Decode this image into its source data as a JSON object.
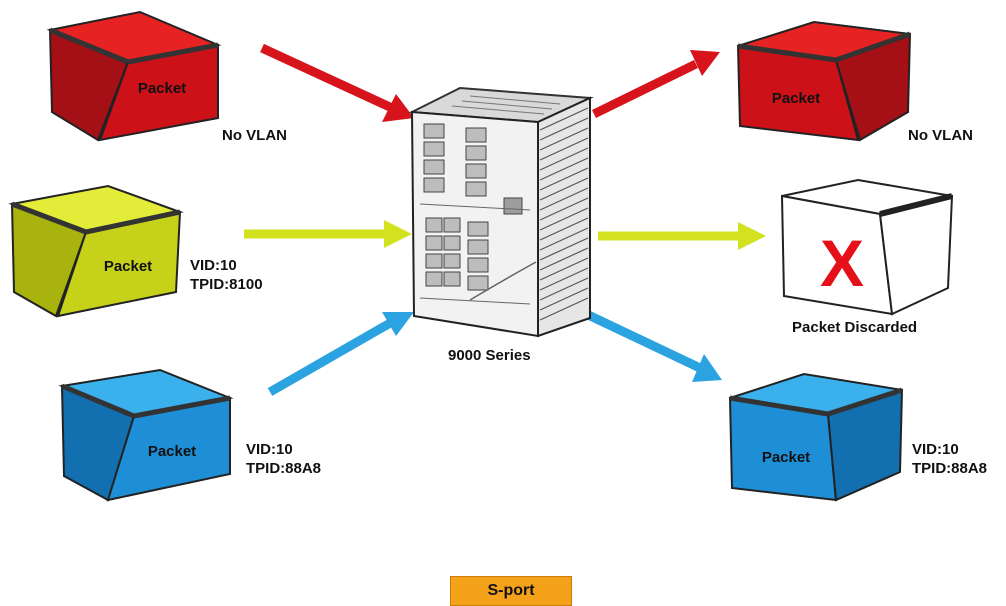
{
  "inputs": [
    {
      "box_label": "Packet",
      "lines": [
        "No VLAN"
      ],
      "color": "#d7131c"
    },
    {
      "box_label": "Packet",
      "lines": [
        "VID:10",
        "TPID:8100"
      ],
      "color": "#c9d51a"
    },
    {
      "box_label": "Packet",
      "lines": [
        "VID:10",
        "TPID:88A8"
      ],
      "color": "#1f93d9"
    }
  ],
  "outputs": [
    {
      "box_label": "Packet",
      "lines": [
        "No VLAN"
      ],
      "color": "#d7131c"
    },
    {
      "box_label": "X",
      "lines": [
        "Packet Discarded"
      ],
      "color": "#ffffff",
      "mark_color": "#e5101a"
    },
    {
      "box_label": "Packet",
      "lines": [
        "VID:10",
        "TPID:88A8"
      ],
      "color": "#1f93d9"
    }
  ],
  "device": {
    "label": "9000 Series",
    "icon": "industrial-switch-icon"
  },
  "port_badge": {
    "label": "S-port",
    "color": "#f4a21a"
  },
  "arrow_colors": {
    "red": "#d7131c",
    "yellow": "#d3e21f",
    "blue": "#2aa3e0"
  }
}
